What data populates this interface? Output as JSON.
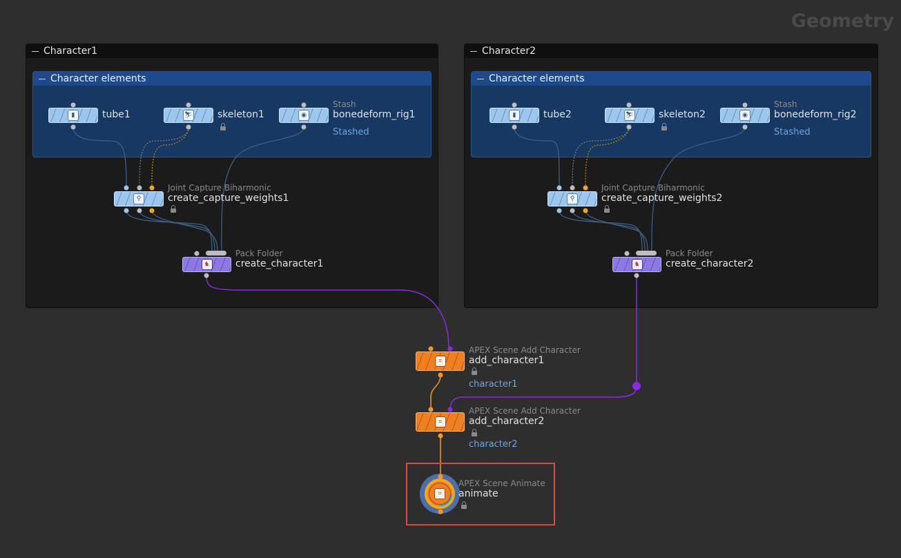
{
  "context_label": "Geometry",
  "boxes": [
    {
      "title": "Character1",
      "sub_title": "Character elements"
    },
    {
      "title": "Character2",
      "sub_title": "Character elements"
    }
  ],
  "nodes": {
    "tube1": {
      "name": "tube1"
    },
    "skeleton1": {
      "name": "skeleton1"
    },
    "bonedeform_rig1": {
      "type": "Stash",
      "name": "bonedeform_rig1",
      "extra": "Stashed"
    },
    "capture1": {
      "type": "Joint Capture Biharmonic",
      "name": "create_capture_weights1"
    },
    "char1": {
      "type": "Pack Folder",
      "name": "create_character1"
    },
    "tube2": {
      "name": "tube2"
    },
    "skeleton2": {
      "name": "skeleton2"
    },
    "bonedeform_rig2": {
      "type": "Stash",
      "name": "bonedeform_rig2",
      "extra": "Stashed"
    },
    "capture2": {
      "type": "Joint Capture Biharmonic",
      "name": "create_capture_weights2"
    },
    "char2": {
      "type": "Pack Folder",
      "name": "create_character2"
    },
    "add1": {
      "type": "APEX Scene Add Character",
      "name": "add_character1",
      "extra": "character1"
    },
    "add2": {
      "type": "APEX Scene Add Character",
      "name": "add_character2",
      "extra": "character2"
    },
    "animate": {
      "type": "APEX Scene Animate",
      "name": "animate"
    }
  },
  "colors": {
    "background": "#2e2e2e",
    "sop_node": "#9bc6f0",
    "pack_node": "#8e78e6",
    "apex_node": "#f07f22",
    "wire_blue": "#3d5f86",
    "wire_purple": "#8a2be2",
    "wire_orange": "#f39a1e",
    "selection": "#e04848"
  },
  "icons": {
    "tube": "cylinder-icon",
    "skeleton": "skeleton-icon",
    "stash": "stash-icon",
    "capture": "capture-icon",
    "pack": "pack-folder-icon",
    "apex": "apex-graph-icon",
    "lock": "lock-icon"
  }
}
